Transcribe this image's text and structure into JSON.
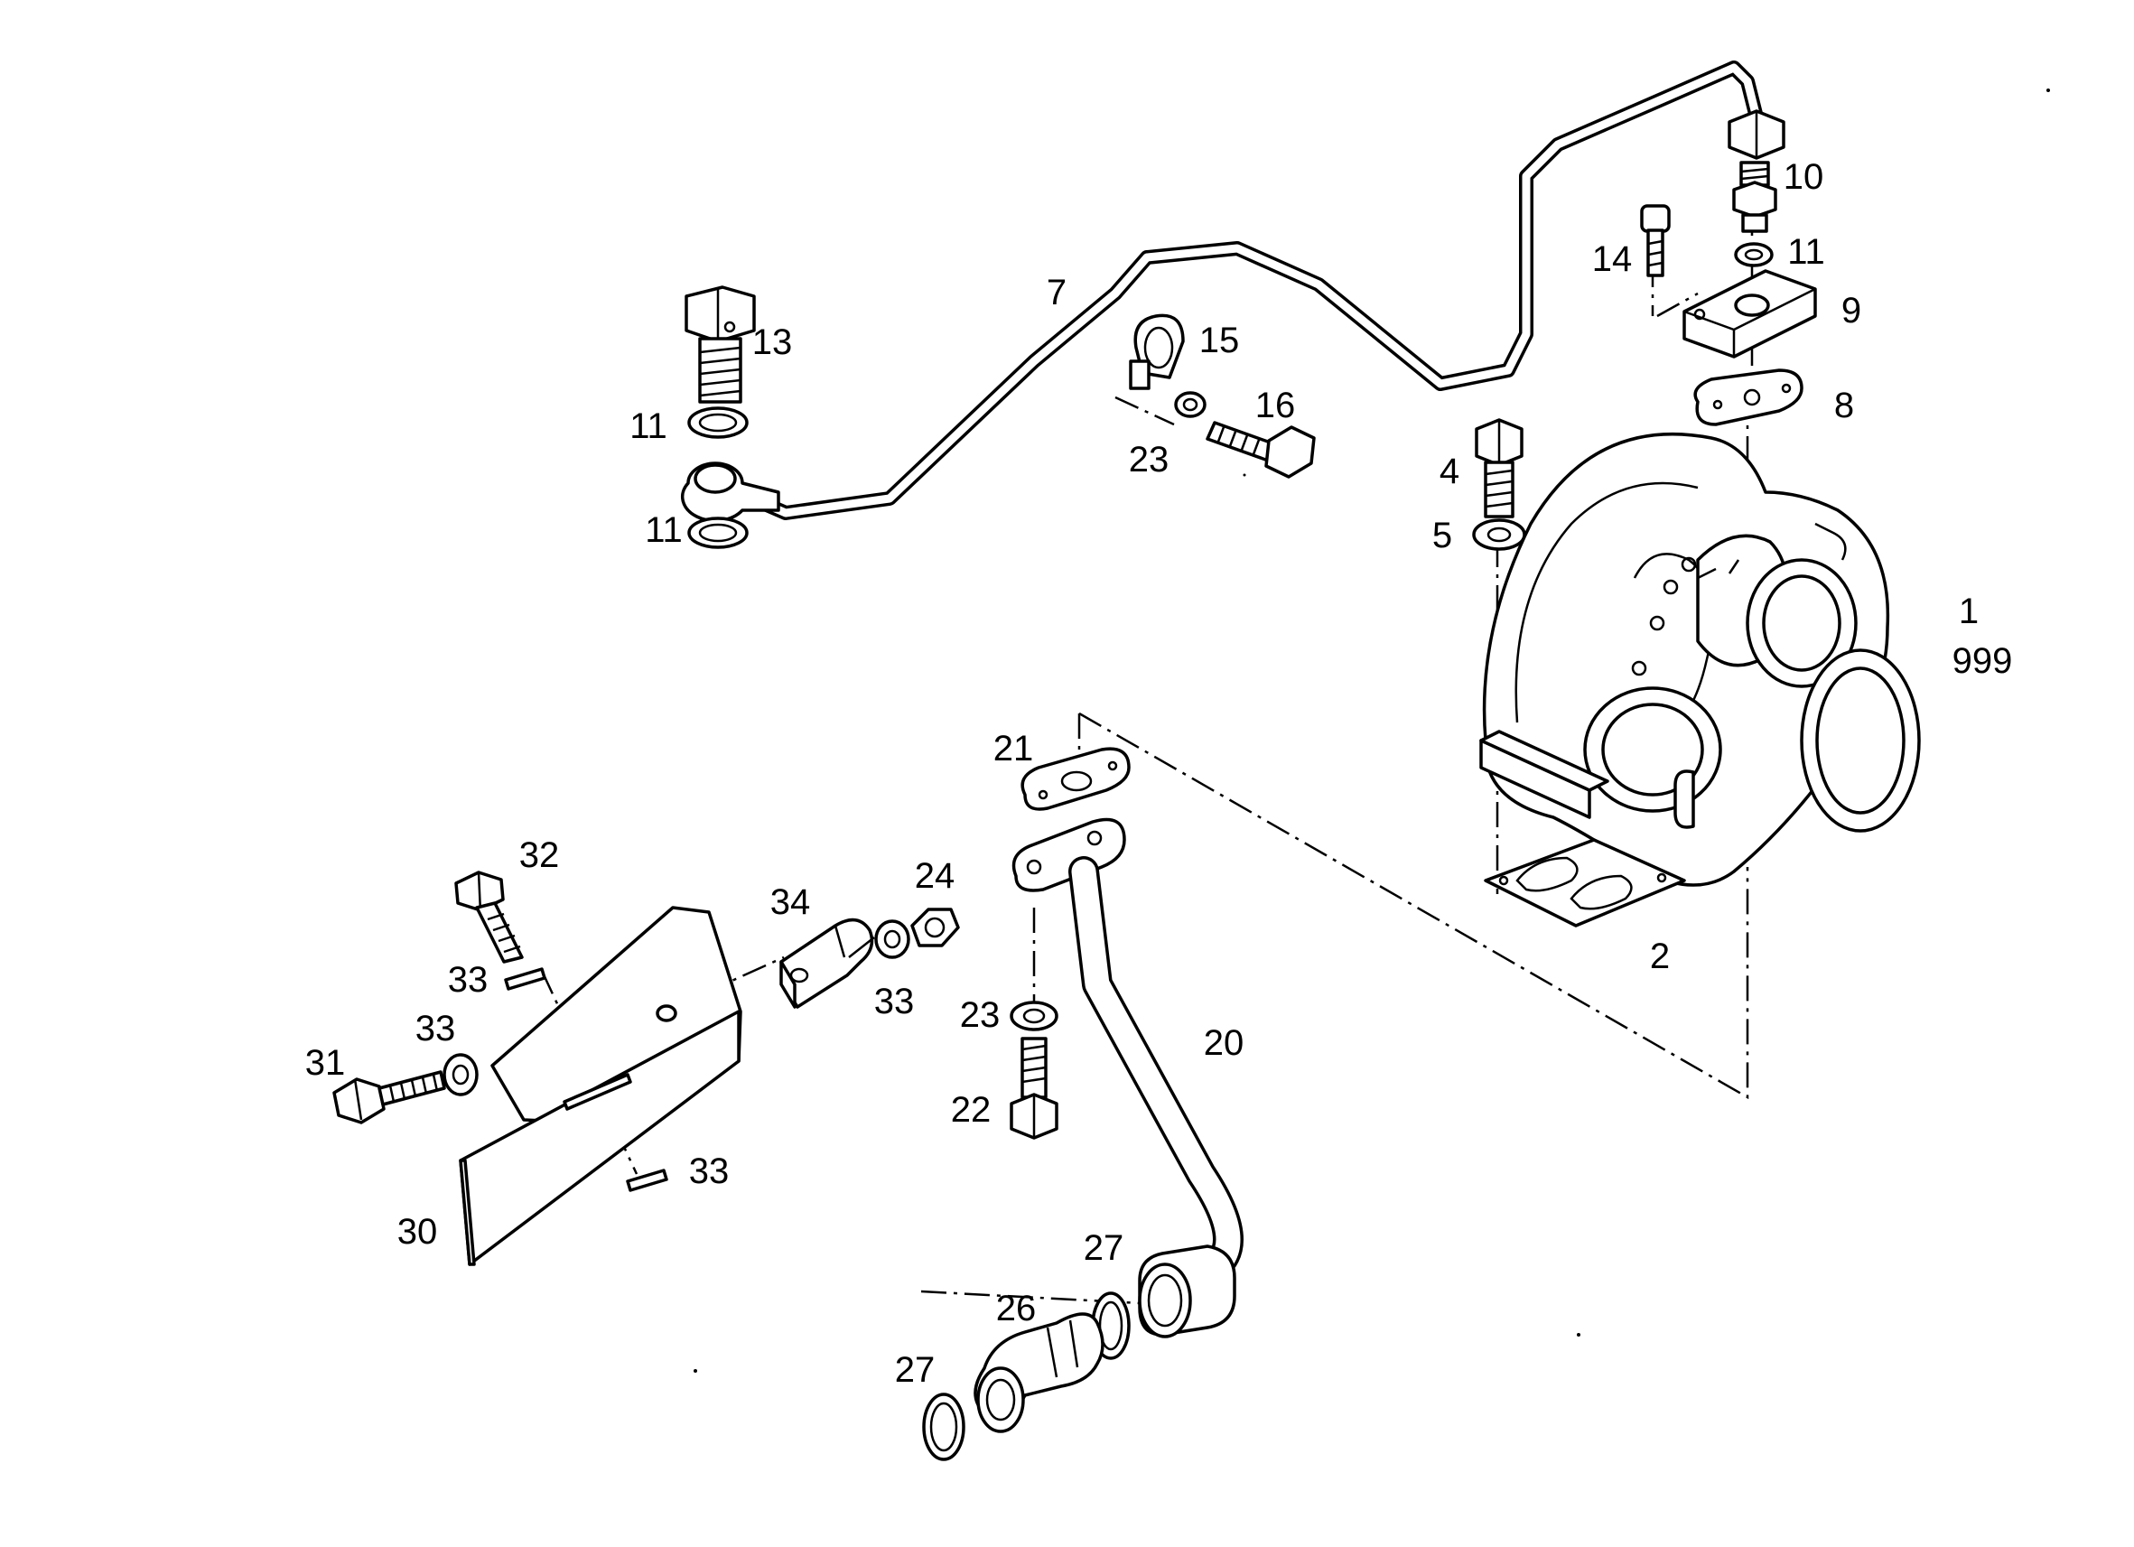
{
  "labels": {
    "l1": "1",
    "l999": "999",
    "l2": "2",
    "l4": "4",
    "l5": "5",
    "l7": "7",
    "l8": "8",
    "l9": "9",
    "l10": "10",
    "l11a": "11",
    "l11b": "11",
    "l11c": "11",
    "l13": "13",
    "l14": "14",
    "l15": "15",
    "l16": "16",
    "l20": "20",
    "l21": "21",
    "l22": "22",
    "l23a": "23",
    "l23b": "23",
    "l24": "24",
    "l26": "26",
    "l27a": "27",
    "l27b": "27",
    "l30": "30",
    "l31": "31",
    "l32": "32",
    "l33a": "33",
    "l33b": "33",
    "l33c": "33",
    "l33d": "33",
    "l34": "34"
  }
}
